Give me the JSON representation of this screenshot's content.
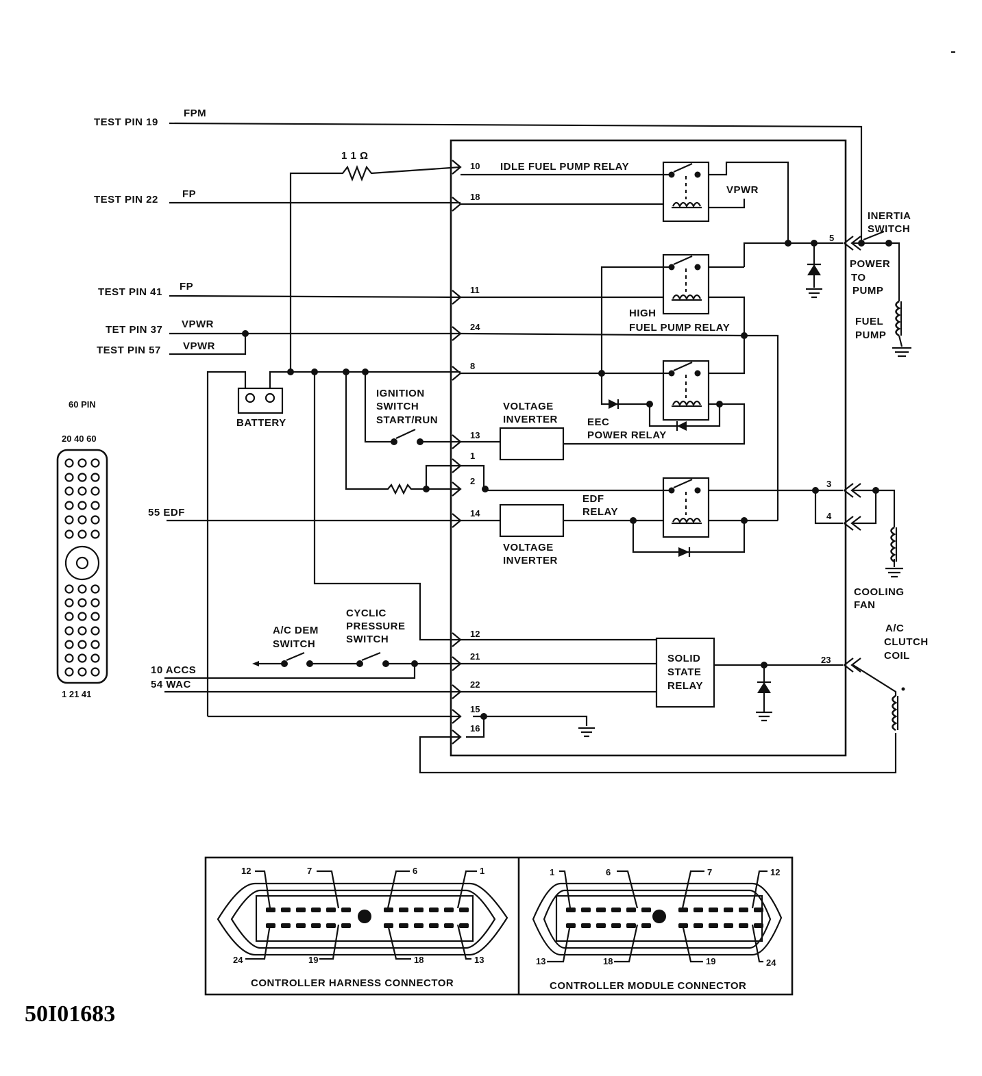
{
  "figure_code": "50I01683",
  "test_pins": {
    "tp19": "TEST PIN 19",
    "tp19_sig": "FPM",
    "tp22": "TEST PIN 22",
    "tp22_sig": "FP",
    "tp41": "TEST PIN 41",
    "tp41_sig": "FP",
    "tp37": "TET PIN 37",
    "tp37_sig": "VPWR",
    "tp57": "TEST PIN 57",
    "tp57_sig": "VPWR"
  },
  "resistor_value": "1 1 Ω",
  "left_inputs": {
    "edf": "55 EDF",
    "accs": "10 ACCS",
    "wac": "54 WAC"
  },
  "connector_60": {
    "title": "60 PIN",
    "top_numbers": "20  40  60",
    "bottom_numbers": "1   21   41"
  },
  "components": {
    "battery": "BATTERY",
    "ignition_1": "IGNITION",
    "ignition_2": "SWITCH",
    "ignition_3": "START/RUN",
    "voltage_inverter_1": "VOLTAGE",
    "voltage_inverter_2": "INVERTER",
    "eec_1": "EEC",
    "eec_2": "POWER RELAY",
    "idle_relay": "IDLE FUEL PUMP RELAY",
    "vpwr": "VPWR",
    "high_1": "HIGH",
    "high_2": "FUEL  PUMP RELAY",
    "edf_1": "EDF",
    "edf_2": "RELAY",
    "ssr_1": "SOLID",
    "ssr_2": "STATE",
    "ssr_3": "RELAY",
    "acdem_1": "A/C DEM",
    "acdem_2": "SWITCH",
    "cyclic_1": "CYCLIC",
    "cyclic_2": "PRESSURE",
    "cyclic_3": "SWITCH",
    "inertia_1": "INERTIA",
    "inertia_2": "SWITCH",
    "ptp_1": "POWER",
    "ptp_2": "TO",
    "ptp_3": "PUMP",
    "fuel_1": "FUEL",
    "fuel_2": "PUMP",
    "fan_1": "COOLING",
    "fan_2": "FAN",
    "clutch_1": "A/C",
    "clutch_2": "CLUTCH",
    "clutch_3": "COIL"
  },
  "module_pins": [
    "10",
    "18",
    "11",
    "24",
    "8",
    "13",
    "1",
    "2",
    "14",
    "12",
    "21",
    "22",
    "15",
    "16"
  ],
  "right_pins": [
    "5",
    "3",
    "4",
    "23"
  ],
  "harness": {
    "title": "CONTROLLER HARNESS CONNECTOR",
    "top": [
      "12",
      "7",
      "6",
      "1"
    ],
    "bottom": [
      "24",
      "19",
      "18",
      "13"
    ]
  },
  "module_connector": {
    "title": "CONTROLLER MODULE CONNECTOR",
    "top": [
      "1",
      "6",
      "7",
      "12"
    ],
    "bottom": [
      "13",
      "18",
      "19",
      "24"
    ]
  }
}
